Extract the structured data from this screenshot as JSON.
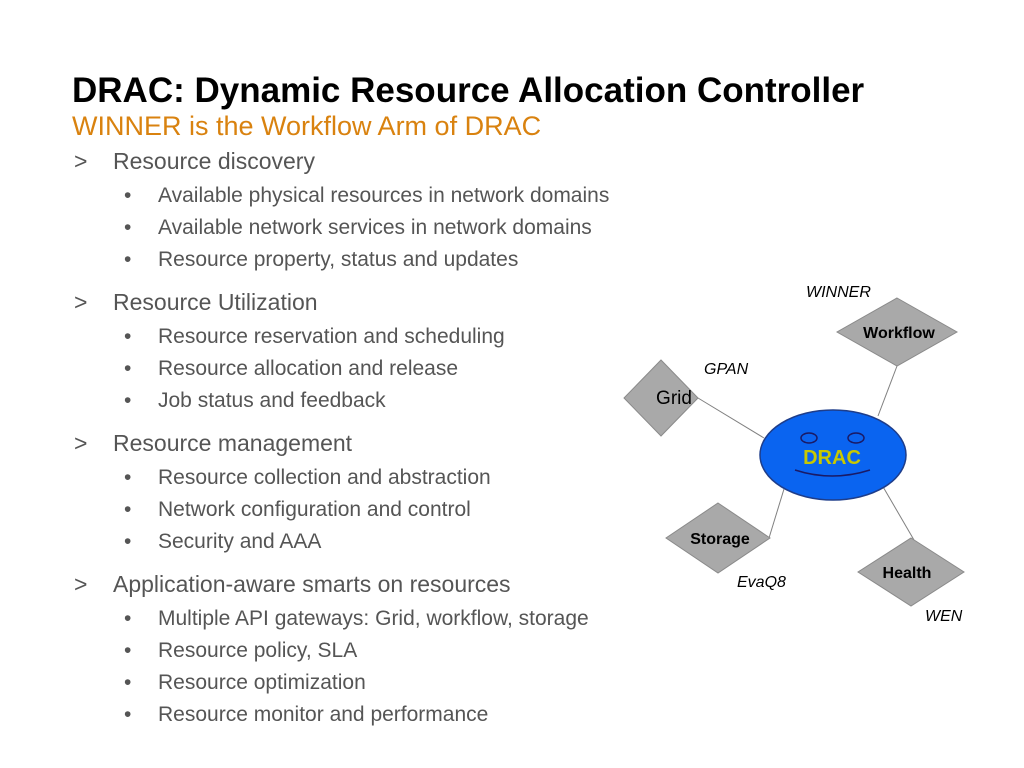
{
  "slide": {
    "title": "DRAC: Dynamic Resource Allocation Controller",
    "subtitle": "WINNER is the Workflow Arm of DRAC"
  },
  "bullets": {
    "level1_marker": ">",
    "level2_marker": "•",
    "sections": [
      {
        "heading": "Resource discovery",
        "items": [
          "Available physical resources in network domains",
          "Available network services in network domains",
          "Resource property, status and updates"
        ]
      },
      {
        "heading": "Resource Utilization",
        "items": [
          "Resource reservation and scheduling",
          "Resource allocation and release",
          "Job status and feedback"
        ]
      },
      {
        "heading": "Resource management",
        "items": [
          "Resource collection and abstraction",
          "Network configuration and control",
          "Security and AAA"
        ]
      },
      {
        "heading": "Application-aware smarts on resources",
        "items": [
          "Multiple API gateways: Grid, workflow, storage",
          "Resource policy, SLA",
          "Resource optimization",
          "Resource monitor and performance"
        ]
      }
    ]
  },
  "diagram": {
    "center_label": "DRAC",
    "nodes": {
      "grid": {
        "label": "Grid",
        "tag": "GPAN"
      },
      "workflow": {
        "label": "Workflow",
        "tag": "WINNER"
      },
      "storage": {
        "label": "Storage",
        "tag": "EvaQ8"
      },
      "health": {
        "label": "Health",
        "tag": "WEN"
      }
    },
    "colors": {
      "center_fill": "#0a64f0",
      "center_label": "#c8c800",
      "node_fill": "#a9a9a9",
      "title": "#000000",
      "subtitle": "#d9820f",
      "body_text": "#555555"
    }
  }
}
